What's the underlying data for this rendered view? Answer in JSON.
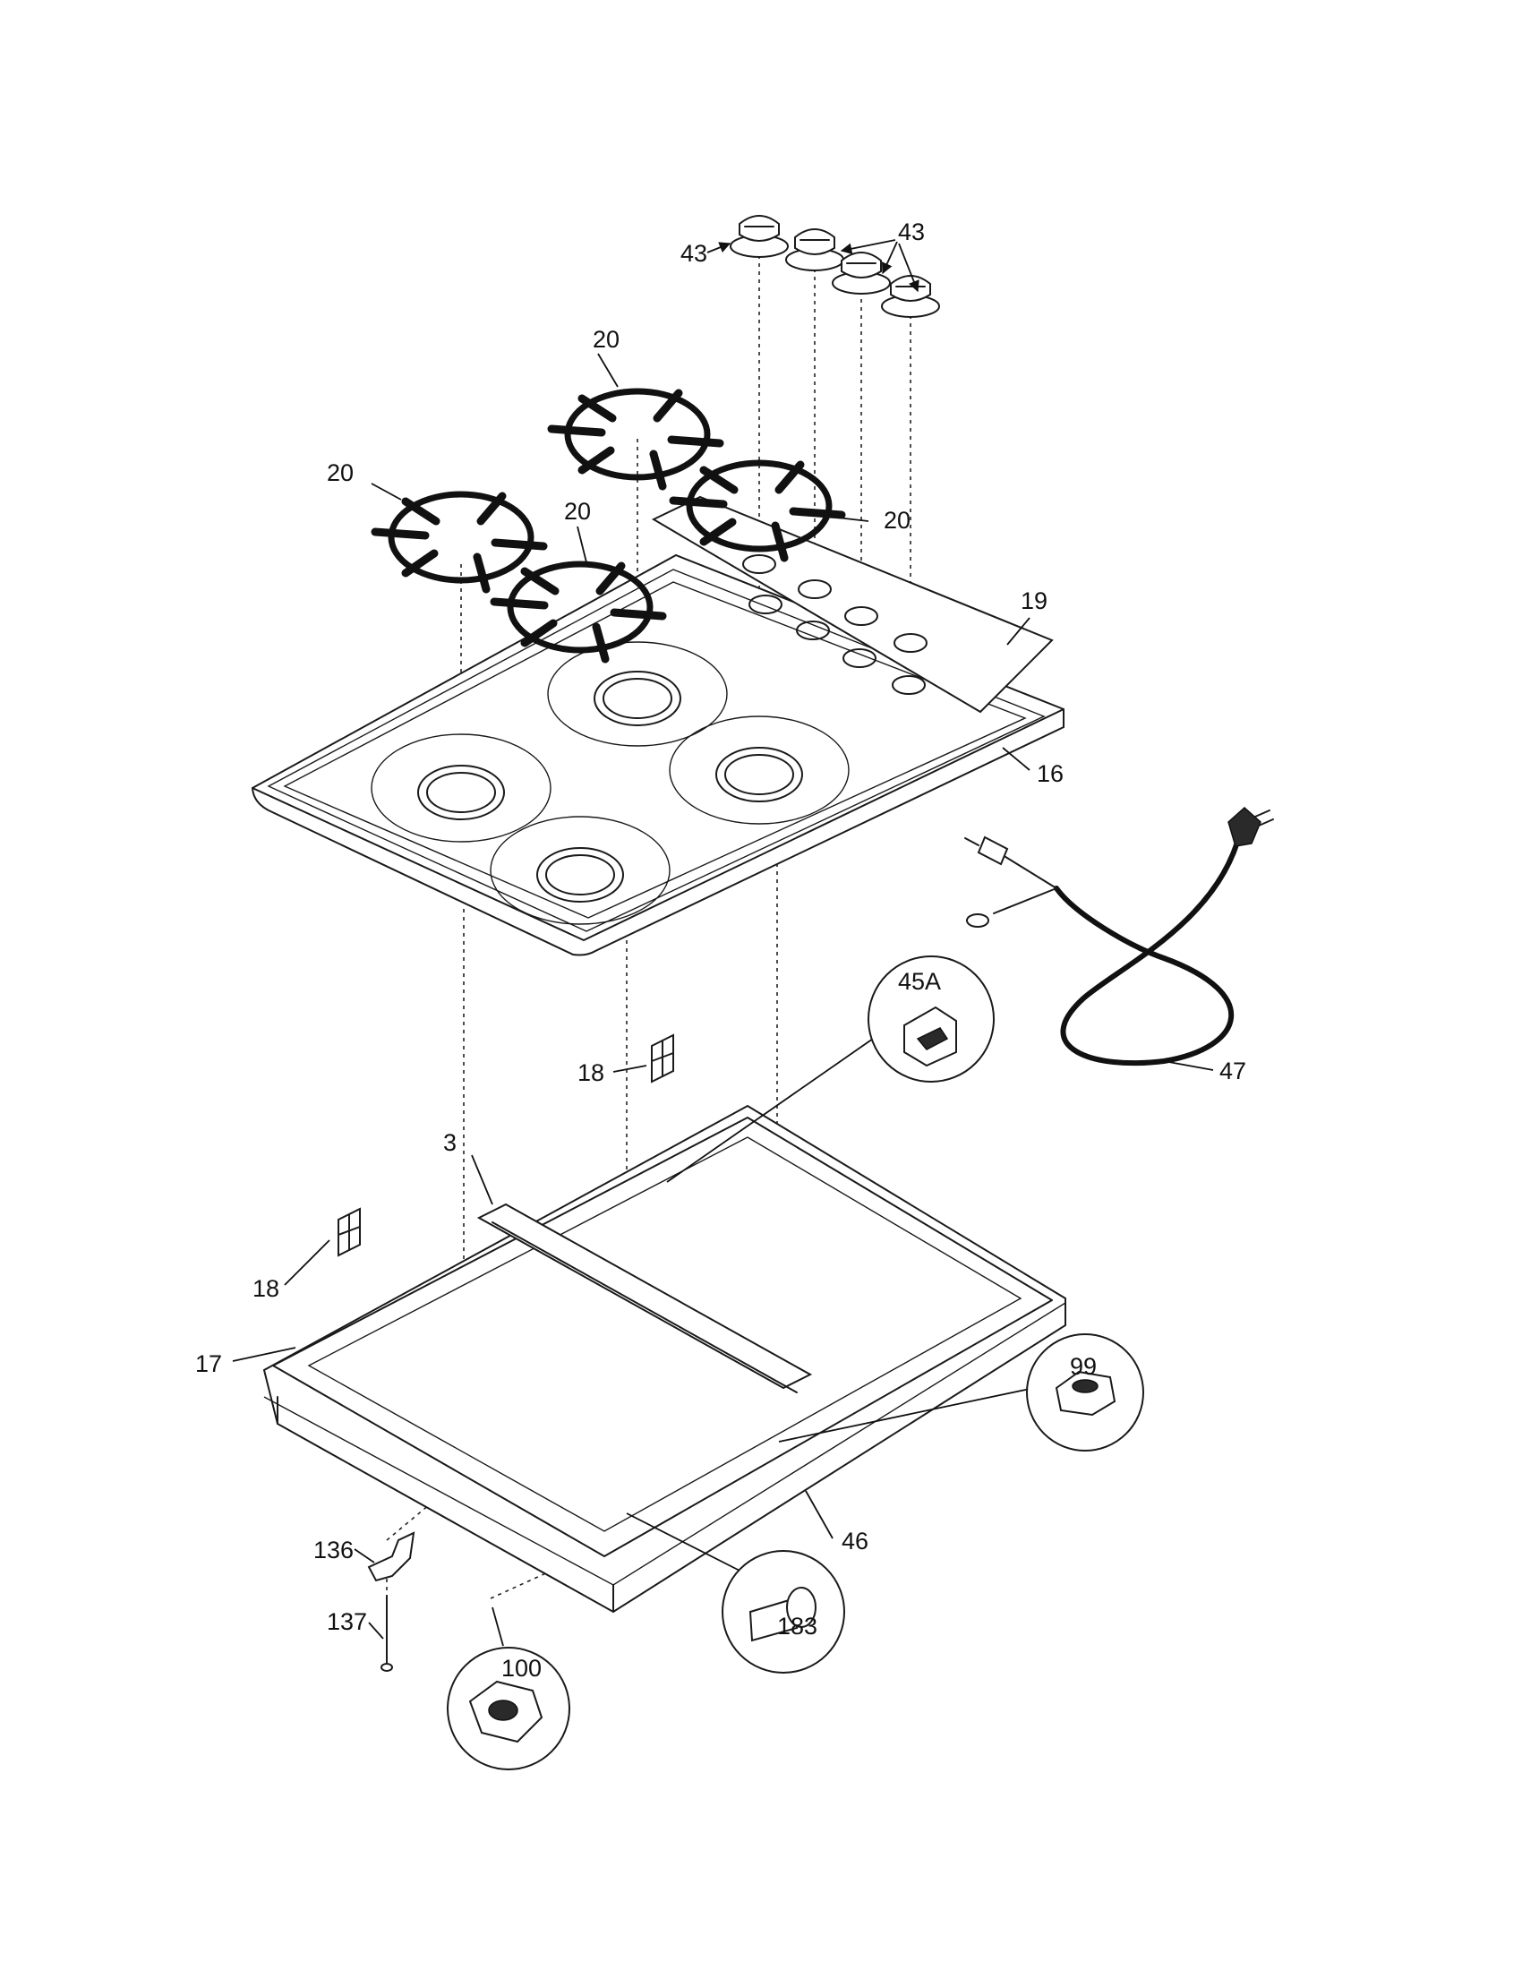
{
  "callouts": {
    "p43_left": "43",
    "p43_right": "43",
    "p20_top": "20",
    "p20_left": "20",
    "p20_mid": "20",
    "p20_right": "20",
    "p19": "19",
    "p16": "16",
    "p45A": "45A",
    "p47": "47",
    "p18_upper": "18",
    "p3": "3",
    "p18_lower": "18",
    "p17": "17",
    "p99": "99",
    "p46": "46",
    "p136": "136",
    "p137": "137",
    "p183": "183",
    "p100": "100"
  }
}
